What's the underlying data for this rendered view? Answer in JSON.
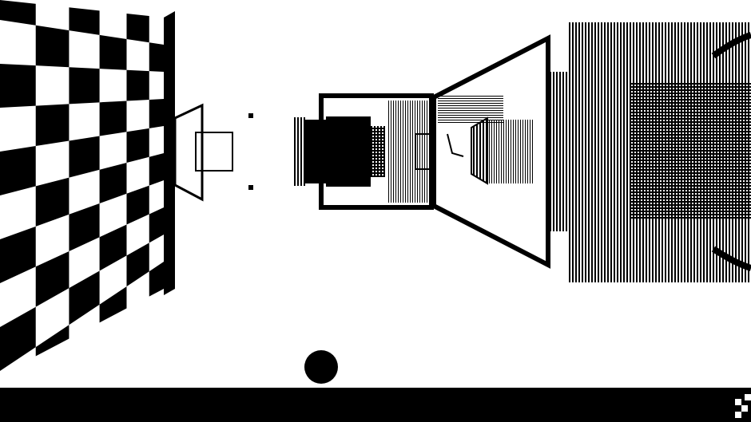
{
  "scene": {
    "type": "first-person 1-bit dungeon corridor",
    "colors": {
      "background": "#ffffff",
      "ink": "#000000"
    },
    "walls": [
      {
        "side": "left",
        "pattern": "checkerboard"
      },
      {
        "side": "right",
        "pattern": "vertical-stripes"
      },
      {
        "side": "right-far",
        "pattern": "dither-grid"
      }
    ],
    "objects": [
      {
        "name": "player-ball",
        "shape": "circle"
      },
      {
        "name": "doorway-frame",
        "shape": "trapezoid-frame"
      },
      {
        "name": "far-end-opening",
        "shape": "rectangle-frame"
      },
      {
        "name": "distant-pillar",
        "shape": "dithered-column"
      }
    ]
  },
  "hud": {
    "bar_color": "#000000",
    "indicator_icon": "checker-indicator-icon"
  }
}
